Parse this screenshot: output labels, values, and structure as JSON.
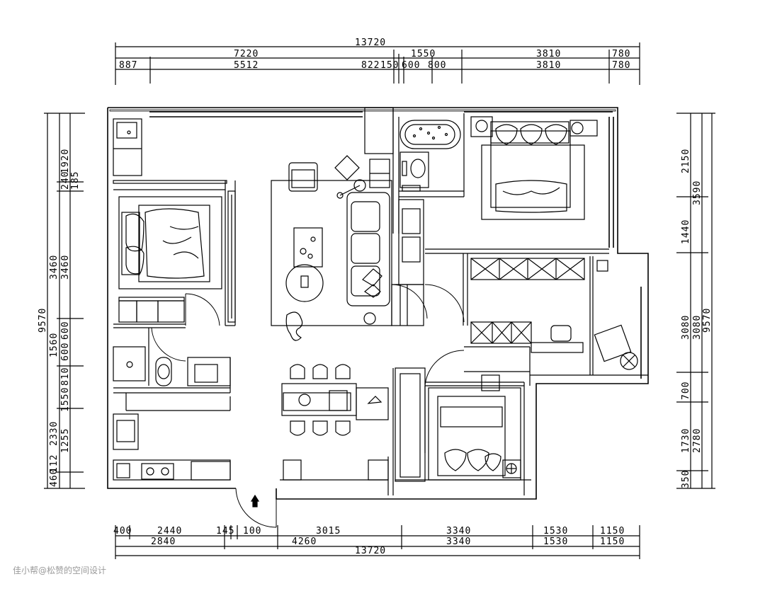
{
  "dimensions": {
    "top_total": "13720",
    "top_row1": [
      "7220",
      "1550",
      "3810",
      "780"
    ],
    "top_row2": [
      "887",
      "5512",
      "822",
      "150",
      "600",
      "800",
      "3810",
      "780"
    ],
    "bottom_row1": [
      "400",
      "2440",
      "145",
      "100",
      "3015",
      "3340",
      "1530",
      "1150"
    ],
    "bottom_row2": [
      "2840",
      "4260",
      "3340",
      "1530",
      "1150"
    ],
    "bottom_total": "13720",
    "left_total": "9570",
    "left_outer": [
      "3460",
      "1560",
      "2330",
      "460",
      "112"
    ],
    "left_inner": [
      "1920",
      "240",
      "185",
      "3460",
      "600",
      "600",
      "810",
      "1550",
      "1255"
    ],
    "right_total": "9570",
    "right_outer": [
      "3590",
      "3080",
      "2780"
    ],
    "right_inner": [
      "2150",
      "1440",
      "3080",
      "700",
      "1730",
      "350"
    ]
  },
  "watermark": "佳小帮@松赞的空间设计"
}
